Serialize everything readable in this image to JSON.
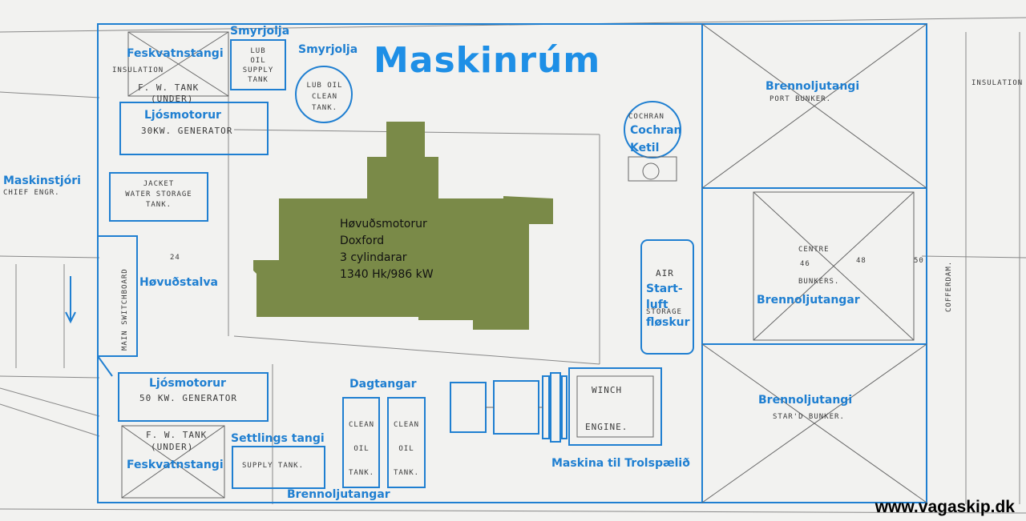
{
  "title": "Maskinrúm",
  "engine": {
    "line1": "Høvuðsmotorur",
    "line2": "Doxford",
    "line3": "3 cylindarar",
    "line4": "1340 Hk/986 kW",
    "color": "#7a8a48"
  },
  "labels": {
    "feskvatnstangi_top": "Feskvatnstangi",
    "smyrjolja_1": "Smyrjolja",
    "smyrjolja_2": "Smyrjolja",
    "ljosmotorur_top": "Ljósmotorur",
    "maskinstjori": "Maskinstjóri",
    "hovudstalva": "Høvuðstalva",
    "ljosmotorur_bottom": "Ljósmotorur",
    "dagtangar": "Dagtangar",
    "settlings_tangi": "Settlings tangi",
    "feskvatnstangi_bottom": "Feskvatnstangi",
    "brennoljutangar_bottom": "Brennoljutangar",
    "maskina_trolspaelid": "Maskina til Trolspælið",
    "cochran": "Cochran",
    "ketil": "Ketil",
    "startluft_1": "Start-",
    "startluft_2": "luft",
    "startluft_3": "fløskur",
    "brennoljutangi_port": "Brennoljutangi",
    "brennoljutangar_centre": "Brennoljutangar",
    "brennoljutangi_stbd": "Brennoljutangi"
  },
  "drawing": {
    "lub_oil_supply": [
      "LUB",
      "OIL",
      "SUPPLY",
      "TANK"
    ],
    "lub_oil_clean": [
      "LUB OIL",
      "CLEAN",
      "TANK."
    ],
    "insulation": "INSULATION",
    "fw_tank_top": "F. W. TANK",
    "under_top": "(UNDER)",
    "gen_30": "30KW. GENERATOR",
    "jacket_water": [
      "JACKET",
      "WATER STORAGE",
      "TANK."
    ],
    "chief_engr": "CHIEF ENGR.",
    "main_switchboard": "MAIN SWITCHBOARD",
    "gen_50": "50 KW. GENERATOR",
    "fw_tank_bottom": "F. W. TANK",
    "under_bottom": "(UNDER)",
    "supply_tank": "SUPPLY TANK.",
    "clean_oil_tank": [
      "CLEAN",
      "OIL",
      "TANK."
    ],
    "winch": "WINCH",
    "engine": "ENGINE.",
    "cochran_ink": "COCHRAN",
    "air": "AIR",
    "storage": "STORAGE",
    "port_bunker": "PORT BUNKER.",
    "centre": "CENTRE",
    "bunkers": "BUNKERS.",
    "stbd_bunker": "STAR'D BUNKER.",
    "cofferdam": "COFFERDAM.",
    "insulation_right": "INSULATION",
    "frame_46": "46",
    "frame_48": "48",
    "frame_50": "50",
    "frame_24": "24"
  },
  "watermark": "www.vagaskip.dk",
  "colors": {
    "blue": "#1f7fd1",
    "ink": "#4a4a4a",
    "paper": "#f2f2f0"
  }
}
